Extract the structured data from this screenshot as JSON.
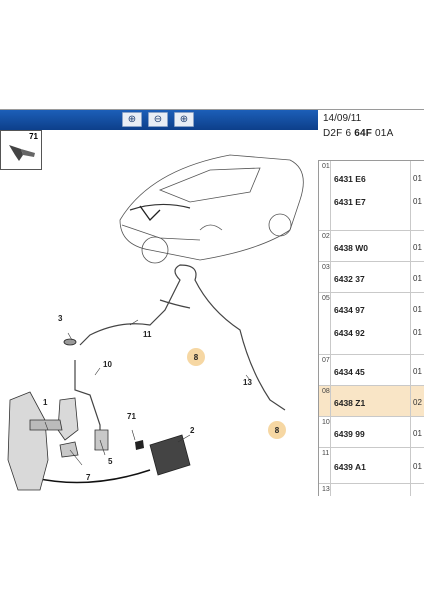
{
  "toolbar": {
    "zoom_in_icon": "zoom-in-icon",
    "zoom_out_icon": "zoom-out-icon",
    "zoom_fit_icon": "zoom-fit-icon"
  },
  "header": {
    "date": "14/09/11",
    "code_prefix": "D2F 6",
    "code_bold": "64F",
    "code_suffix": "01A"
  },
  "diagram": {
    "box_label": "71",
    "labels": {
      "l1": "1",
      "l2": "2",
      "l3": "3",
      "l5": "5",
      "l7": "7",
      "l10": "10",
      "l11": "11",
      "l13": "13",
      "l71": "71"
    },
    "callouts": {
      "c8a": "8",
      "c8b": "8"
    }
  },
  "parts": [
    {
      "group": "01",
      "items": [
        {
          "pn": "6431 E6",
          "qty": "01"
        },
        {
          "pn": "6431 E7",
          "qty": "01"
        }
      ]
    },
    {
      "group": "02",
      "items": [
        {
          "pn": "6438 W0",
          "qty": "01"
        }
      ]
    },
    {
      "group": "03",
      "items": [
        {
          "pn": "6432 37",
          "qty": "01"
        }
      ]
    },
    {
      "group": "05",
      "items": [
        {
          "pn": "6434 97",
          "qty": "01"
        },
        {
          "pn": "6434 92",
          "qty": "01"
        }
      ]
    },
    {
      "group": "07",
      "items": [
        {
          "pn": "6434 45",
          "qty": "01"
        }
      ]
    },
    {
      "group": "08",
      "items": [
        {
          "pn": "6438 Z1",
          "qty": "02"
        }
      ]
    },
    {
      "group": "10",
      "items": [
        {
          "pn": "6439 99",
          "qty": "01"
        }
      ]
    },
    {
      "group": "11",
      "items": [
        {
          "pn": "6439 A1",
          "qty": "01"
        }
      ]
    },
    {
      "group": "13",
      "items": []
    }
  ],
  "colors": {
    "toolbar": "#1c5fb8",
    "highlight": "#f9e5c6",
    "callout": "#f6d7a3"
  }
}
